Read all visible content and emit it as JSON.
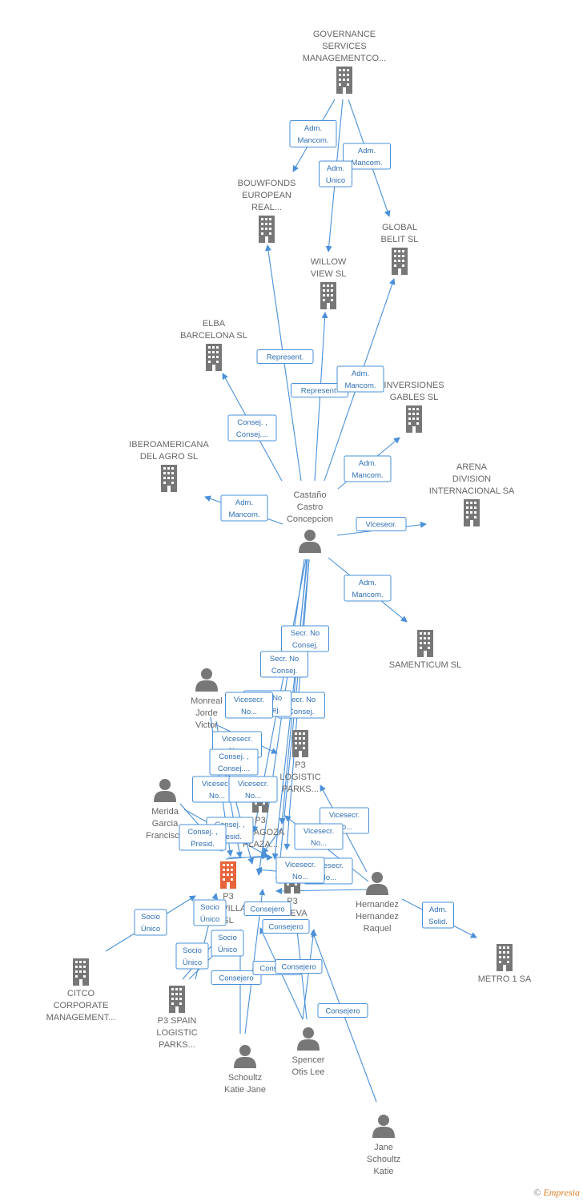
{
  "colors": {
    "edge": "#4a90d9",
    "node": "#777777",
    "highlight": "#e8643a"
  },
  "nodes": [
    {
      "id": "governance",
      "type": "company",
      "lines": [
        "GOVERNANCE",
        "SERVICES",
        "MANAGEMENTCO..."
      ]
    },
    {
      "id": "bouwfonds",
      "type": "company",
      "lines": [
        "BOUWFONDS",
        "EUROPEAN",
        "REAL..."
      ]
    },
    {
      "id": "global",
      "type": "company",
      "lines": [
        "GLOBAL",
        "BELIT SL"
      ]
    },
    {
      "id": "willow",
      "type": "company",
      "lines": [
        "WILLOW",
        "VIEW  SL"
      ]
    },
    {
      "id": "elba",
      "type": "company",
      "lines": [
        "ELBA",
        "BARCELONA SL"
      ]
    },
    {
      "id": "inversiones",
      "type": "company",
      "lines": [
        "INVERSIONES",
        "GABLES  SL"
      ]
    },
    {
      "id": "ibero",
      "type": "company",
      "lines": [
        "IBEROAMERICANA",
        "DEL AGRO  SL"
      ]
    },
    {
      "id": "arena",
      "type": "company",
      "lines": [
        "ARENA",
        "DIVISION",
        "INTERNACIONAL SA"
      ]
    },
    {
      "id": "castano",
      "type": "person",
      "lines": [
        "Castaño",
        "Castro",
        "Concepcion"
      ]
    },
    {
      "id": "samenticum",
      "type": "company",
      "lines": [
        "SAMENTICUM SL"
      ]
    },
    {
      "id": "monreal",
      "type": "person",
      "lines": [
        "Monreal",
        "Jorde",
        "Victor"
      ]
    },
    {
      "id": "p3logistic",
      "type": "company",
      "lines": [
        "P3",
        "LOGISTIC",
        "PARKS..."
      ]
    },
    {
      "id": "merida",
      "type": "person",
      "lines": [
        "Merida",
        "Garcia",
        "Francisco"
      ]
    },
    {
      "id": "p3zaragoza",
      "type": "company",
      "lines": [
        "P3",
        "ZARAGOZA",
        "PLAZA..."
      ]
    },
    {
      "id": "p3main",
      "type": "company-main",
      "lines": [
        "P3",
        "SEVILLA",
        "SL"
      ]
    },
    {
      "id": "p3nueva",
      "type": "company",
      "lines": [
        "P3",
        "NUEVA"
      ]
    },
    {
      "id": "hernandez",
      "type": "person",
      "lines": [
        "Hernandez",
        "Hernandez",
        "Raquel"
      ]
    },
    {
      "id": "metro",
      "type": "company",
      "lines": [
        "METRO 1 SA"
      ]
    },
    {
      "id": "citco",
      "type": "company",
      "lines": [
        "CITCO",
        "CORPORATE",
        "MANAGEMENT..."
      ]
    },
    {
      "id": "p3spain",
      "type": "company",
      "lines": [
        "P3 SPAIN",
        "LOGISTIC",
        "PARKS..."
      ]
    },
    {
      "id": "spencer",
      "type": "person",
      "lines": [
        "Spencer",
        "Otis Lee"
      ]
    },
    {
      "id": "schoultz",
      "type": "person",
      "lines": [
        "Schoultz",
        "Katie Jane"
      ]
    },
    {
      "id": "jane",
      "type": "person",
      "lines": [
        "Jane",
        "Schoultz",
        "Katie"
      ]
    }
  ],
  "relations": [
    {
      "lines": [
        "Adm.",
        "Mancom."
      ]
    },
    {
      "lines": [
        "Adm.",
        "Mancom."
      ]
    },
    {
      "lines": [
        "Adm.",
        "Unico"
      ]
    },
    {
      "lines": [
        "Represent."
      ]
    },
    {
      "lines": [
        "Represent."
      ]
    },
    {
      "lines": [
        "Adm.",
        "Mancom."
      ]
    },
    {
      "lines": [
        "Consej. ,",
        "Consej...."
      ]
    },
    {
      "lines": [
        "Adm.",
        "Mancom."
      ]
    },
    {
      "lines": [
        "Adm.",
        "Mancom."
      ]
    },
    {
      "lines": [
        "Viceseor."
      ]
    },
    {
      "lines": [
        "Adm.",
        "Mancom."
      ]
    },
    {
      "lines": [
        "Secr.  No",
        "Consej."
      ]
    },
    {
      "lines": [
        "Secr.  No",
        "Consej."
      ]
    },
    {
      "lines": [
        "Secr.  No",
        "Consej."
      ]
    },
    {
      "lines": [
        "Secr.  No",
        "Consej."
      ]
    },
    {
      "lines": [
        "Vicesecr.",
        "No..."
      ]
    },
    {
      "lines": [
        "Vicesecr.",
        "No..."
      ]
    },
    {
      "lines": [
        "Consej. ,",
        "Consej...."
      ]
    },
    {
      "lines": [
        "Vicesecr.",
        "No..."
      ]
    },
    {
      "lines": [
        "Vicesecr.",
        "No..."
      ]
    },
    {
      "lines": [
        "Consej. ,",
        "Presid."
      ]
    },
    {
      "lines": [
        "Consej. ,",
        "Presid."
      ]
    },
    {
      "lines": [
        "Vicesecr.",
        "No..."
      ]
    },
    {
      "lines": [
        "Vicesecr.",
        "No..."
      ]
    },
    {
      "lines": [
        "Vicesecr.",
        "No..."
      ]
    },
    {
      "lines": [
        "Vicesecr.",
        "No..."
      ]
    },
    {
      "lines": [
        "Adm.",
        "Solid."
      ]
    },
    {
      "lines": [
        "Socio",
        "Único"
      ]
    },
    {
      "lines": [
        "Socio",
        "Único"
      ]
    },
    {
      "lines": [
        "Socio",
        "Único"
      ]
    },
    {
      "lines": [
        "Socio",
        "Único"
      ]
    },
    {
      "lines": [
        "Consejero"
      ]
    },
    {
      "lines": [
        "Consejero"
      ]
    },
    {
      "lines": [
        "Consejero"
      ]
    },
    {
      "lines": [
        "Consejero"
      ]
    },
    {
      "lines": [
        "Consejero"
      ]
    },
    {
      "lines": [
        "Consejero"
      ]
    }
  ],
  "footer": {
    "copyright": "©",
    "brand": "Empresia"
  }
}
